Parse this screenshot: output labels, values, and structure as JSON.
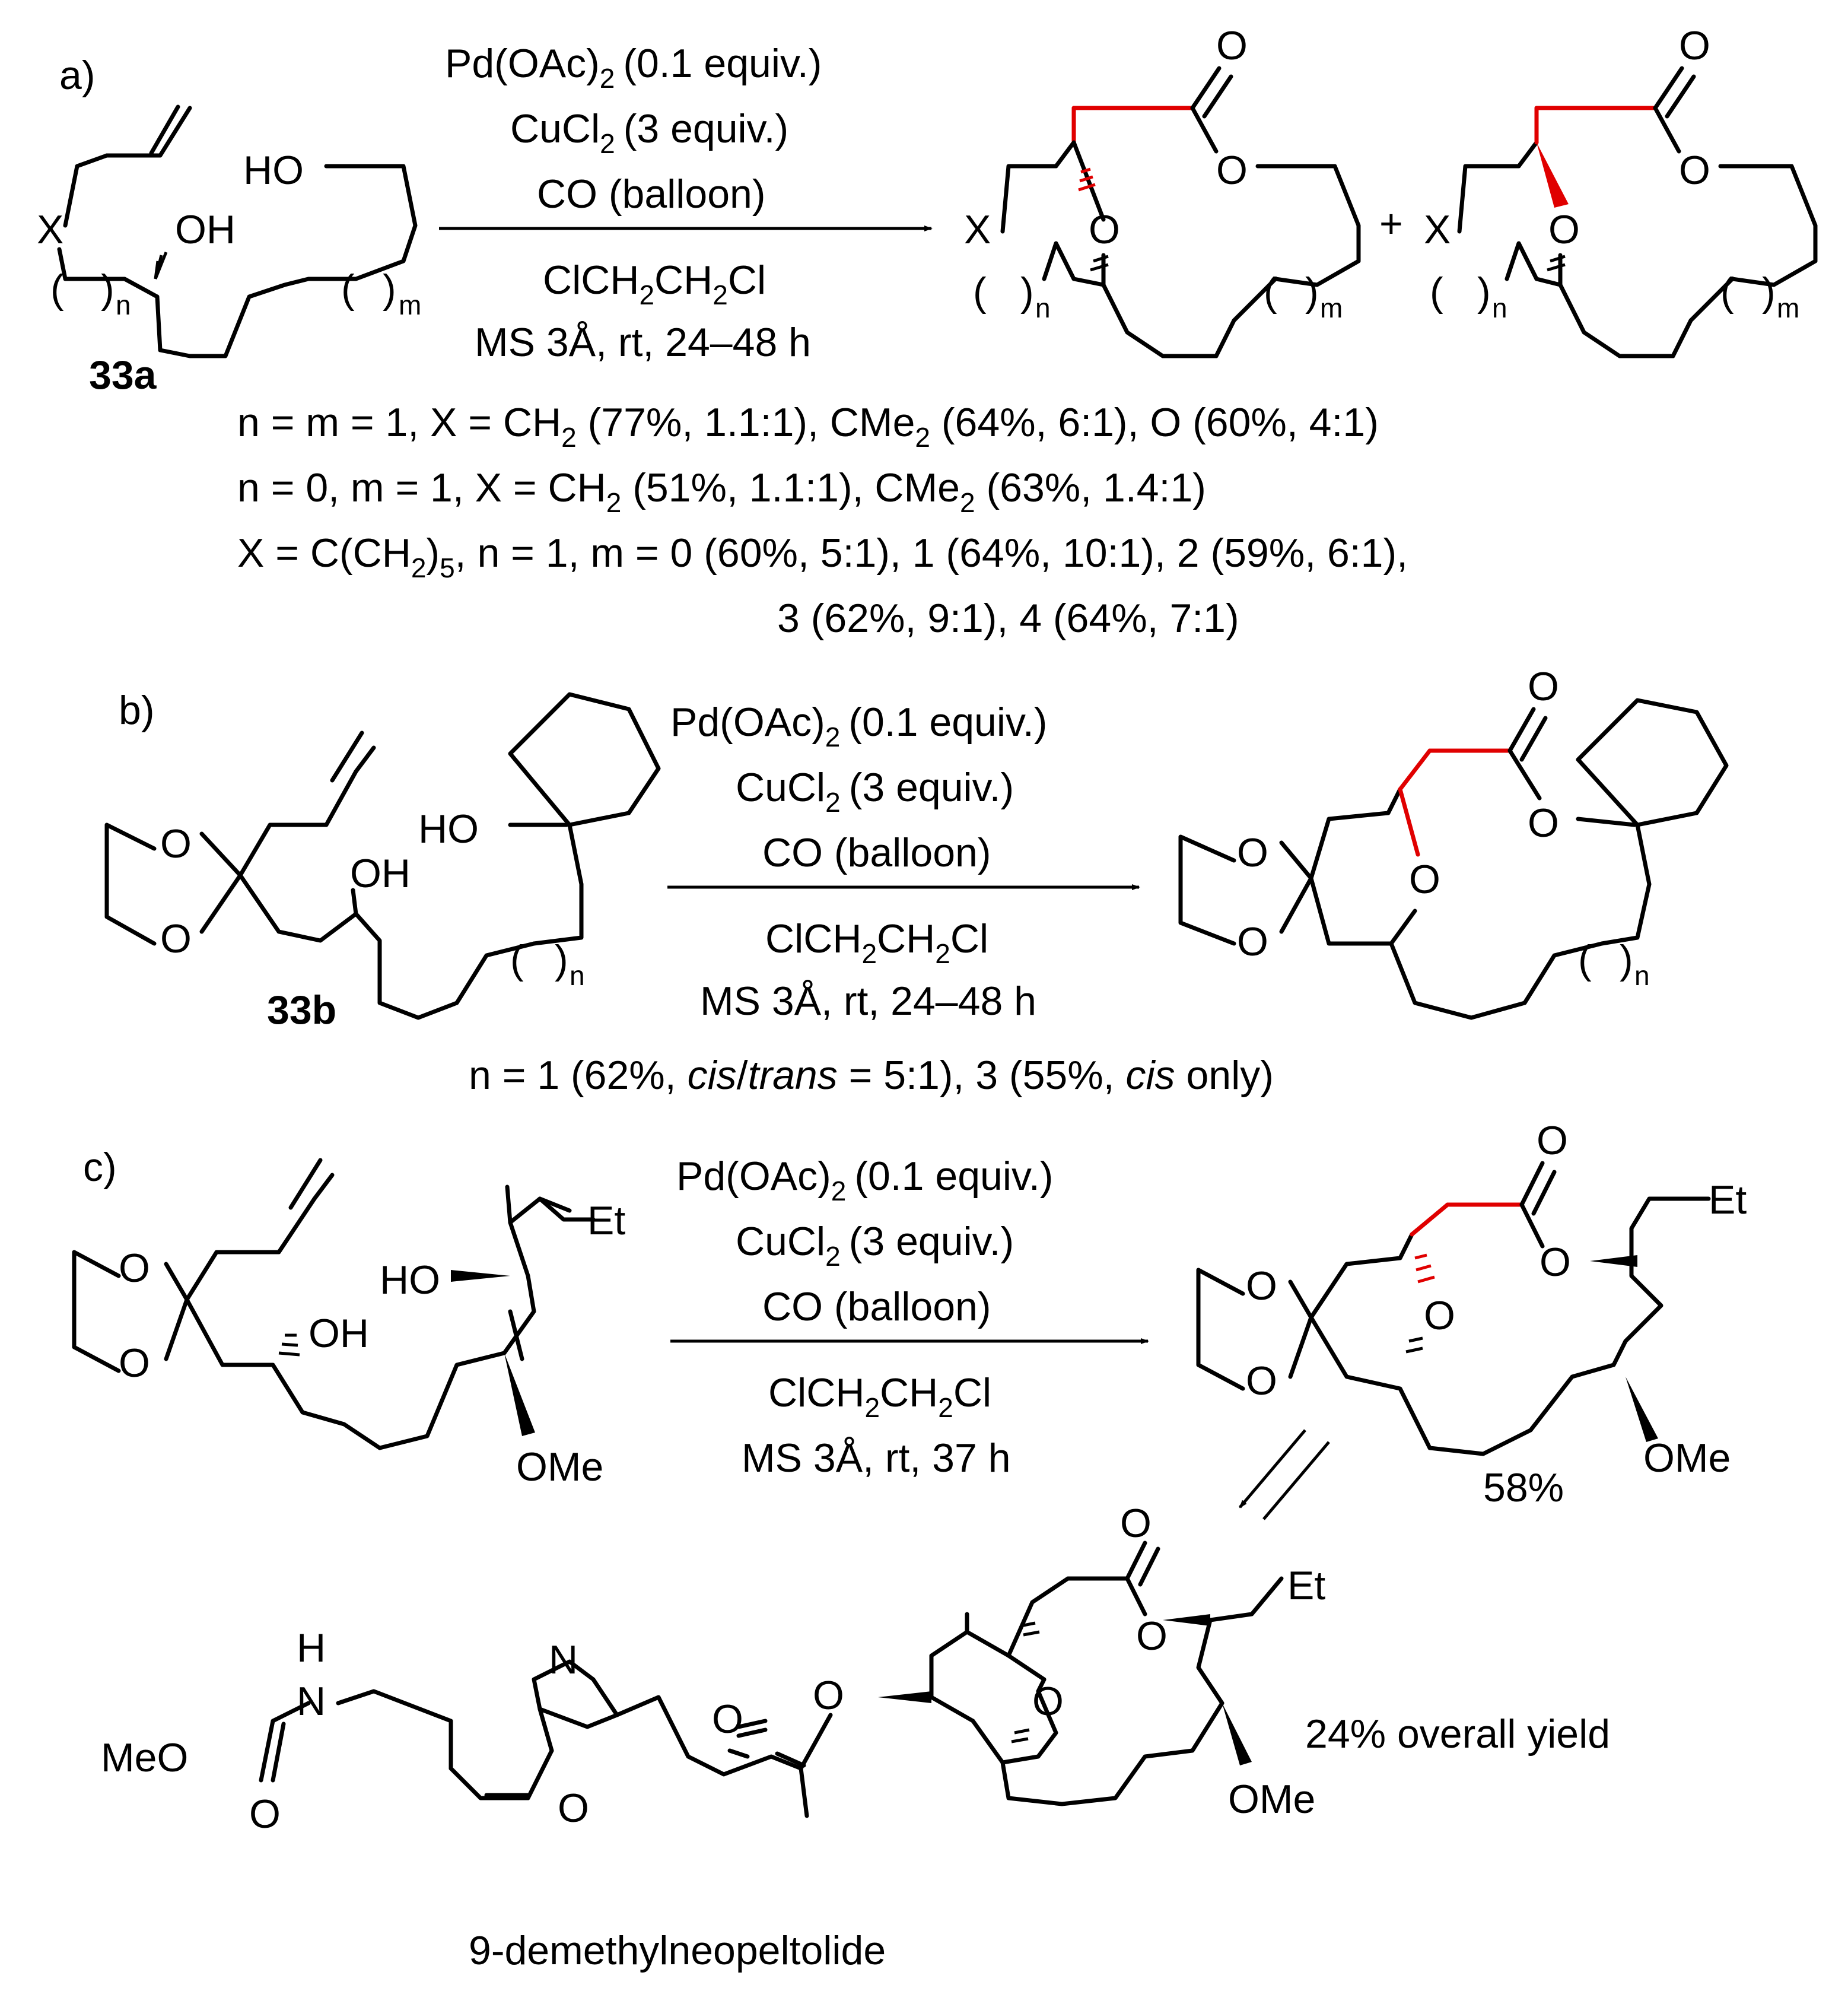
{
  "panels": {
    "a": {
      "label": "a)",
      "reactant_label": "33a",
      "conditions": [
        "Pd(OAc)",
        "(0.1 equiv.)",
        "CuCl",
        "(3 equiv.)",
        "CO (balloon)",
        "ClCH",
        "CH",
        "Cl",
        "MS 3Å, rt, 24–48 h"
      ],
      "plus": "+",
      "results": [
        "n = m = 1, X = CH",
        " (77%, 1.1:1), CMe",
        " (64%, 6:1), O (60%, 4:1)",
        "n = 0, m = 1, X = CH",
        " (51%, 1.1:1), CMe",
        " (63%, 1.4:1)",
        "X = C(CH",
        ")",
        ", n = 1, m = 0 (60%, 5:1), 1 (64%, 10:1), 2 (59%, 6:1),",
        "3 (62%, 9:1), 4 (64%, 7:1)"
      ]
    },
    "b": {
      "label": "b)",
      "reactant_label": "33b",
      "conditions": [
        "Pd(OAc)",
        "(0.1 equiv.)",
        "CuCl",
        "(3 equiv.)",
        "CO (balloon)",
        "ClCH",
        "CH",
        "Cl",
        "MS 3Å, rt, 24–48 h"
      ],
      "results": [
        "n = 1 (62%, ",
        "cis",
        "/",
        "trans",
        " = 5:1), 3 (55%, ",
        "cis",
        " only)"
      ]
    },
    "c": {
      "label": "c)",
      "conditions": [
        "Pd(OAc)",
        "(0.1 equiv.)",
        "CuCl",
        "(3 equiv.)",
        "CO (balloon)",
        "ClCH",
        "CH",
        "Cl",
        "MS 3Å, rt, 37 h"
      ],
      "product_yield": "58%",
      "overall_yield": "24% overall yield",
      "final_name": "9-demethylneopeltolide"
    }
  },
  "atoms": {
    "O": "O",
    "X": "X",
    "OH": "OH",
    "HO": "HO",
    "Et": "Et",
    "OMe": "OMe",
    "MeO": "MeO",
    "N": "N",
    "H": "H",
    "n": "n",
    "m": "m",
    "2": "2",
    "5": "5",
    "open_paren": "(",
    "close_paren": ")"
  },
  "colors": {
    "new_bond": "#e00000",
    "ink": "#000000"
  }
}
